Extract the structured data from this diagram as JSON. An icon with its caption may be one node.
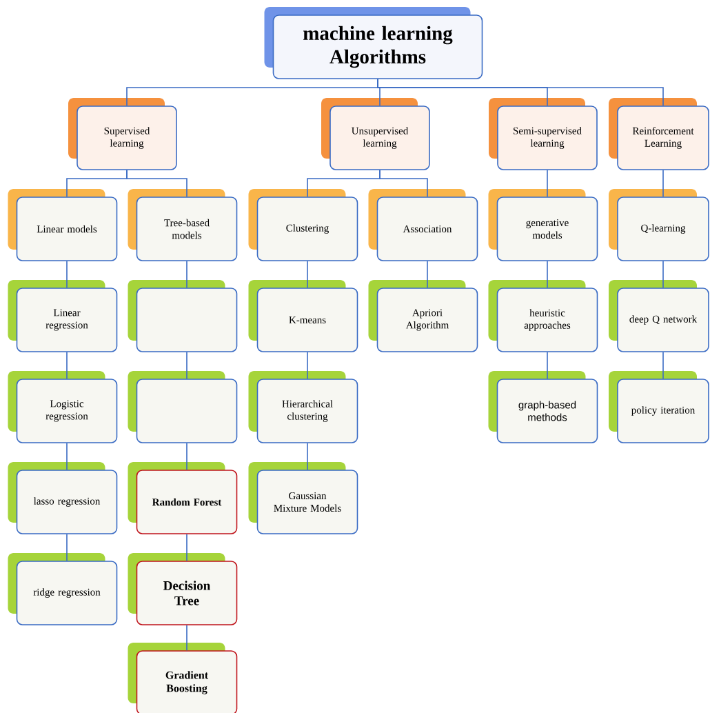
{
  "diagram": {
    "nodes": [
      {
        "text": [
          "machine learning Algorithms"
        ]
      },
      {
        "text": [
          "Supervised learning"
        ]
      },
      {
        "text": [
          "Unsupervised learning"
        ]
      },
      {
        "text": [
          "Semi-supervised learning"
        ]
      },
      {
        "text": [
          "Reinforcement Learning"
        ]
      },
      {
        "text": [
          "Linear models"
        ]
      },
      {
        "text": [
          "Tree-based models"
        ]
      },
      {
        "text": [
          "Clustering"
        ]
      },
      {
        "text": [
          "Association"
        ]
      },
      {
        "text": [
          "generative models"
        ]
      },
      {
        "text": [
          "Q-learning"
        ]
      },
      {
        "text": [
          "Linear regression"
        ]
      },
      {
        "text": [],
        "shape": "box"
      },
      {
        "text": [
          "K-means"
        ]
      },
      {
        "text": [
          "Apriori Algorithm"
        ]
      },
      {
        "text": [
          "heuristic approaches"
        ]
      },
      {
        "text": [
          "deep Q network"
        ]
      },
      {
        "text": [
          "Logistic regression"
        ]
      },
      {
        "text": [],
        "shape": "box"
      },
      {
        "text": [
          "Hierarchical clustering"
        ]
      },
      {
        "text": [
          "graph-based methods"
        ]
      },
      {
        "text": [
          "policy iteration"
        ]
      },
      {
        "text": [
          "lasso regression"
        ]
      },
      {
        "text": [
          "Random Forest"
        ]
      },
      {
        "text": [
          "Gaussian Mixture Models"
        ]
      },
      {
        "text": [
          "ridge regression"
        ]
      },
      {
        "text": [
          "Decision Tree"
        ]
      },
      {
        "text": [
          "Gradient Boosting"
        ]
      }
    ],
    "edges": [
      {
        "from": 0,
        "to": 1,
        "arrow": "none"
      },
      {
        "from": 0,
        "to": 2,
        "arrow": "none"
      },
      {
        "from": 0,
        "to": 3,
        "arrow": "none"
      },
      {
        "from": 0,
        "to": 4,
        "arrow": "none"
      },
      {
        "from": 1,
        "to": 5,
        "arrow": "none"
      },
      {
        "from": 1,
        "to": 6,
        "arrow": "none"
      },
      {
        "from": 2,
        "to": 7,
        "arrow": "none"
      },
      {
        "from": 2,
        "to": 8,
        "arrow": "none"
      },
      {
        "from": 3,
        "to": 9,
        "arrow": "none"
      },
      {
        "from": 4,
        "to": 10,
        "arrow": "none"
      },
      {
        "from": 5,
        "to": 11,
        "arrow": "none"
      },
      {
        "from": 11,
        "to": 17,
        "arrow": "none"
      },
      {
        "from": 17,
        "to": 22,
        "arrow": "none"
      },
      {
        "from": 22,
        "to": 25,
        "arrow": "none"
      },
      {
        "from": 6,
        "to": 12,
        "arrow": "none"
      },
      {
        "from": 12,
        "to": 18,
        "arrow": "none"
      },
      {
        "from": 18,
        "to": 23,
        "arrow": "none"
      },
      {
        "from": 23,
        "to": 26,
        "arrow": "none"
      },
      {
        "from": 26,
        "to": 27,
        "arrow": "none"
      },
      {
        "from": 7,
        "to": 13,
        "arrow": "none"
      },
      {
        "from": 13,
        "to": 19,
        "arrow": "none"
      },
      {
        "from": 19,
        "to": 24,
        "arrow": "none"
      },
      {
        "from": 8,
        "to": 14,
        "arrow": "none"
      },
      {
        "from": 9,
        "to": 15,
        "arrow": "none"
      },
      {
        "from": 15,
        "to": 20,
        "arrow": "none"
      },
      {
        "from": 10,
        "to": 16,
        "arrow": "none"
      },
      {
        "from": 16,
        "to": 21,
        "arrow": "none"
      }
    ]
  }
}
